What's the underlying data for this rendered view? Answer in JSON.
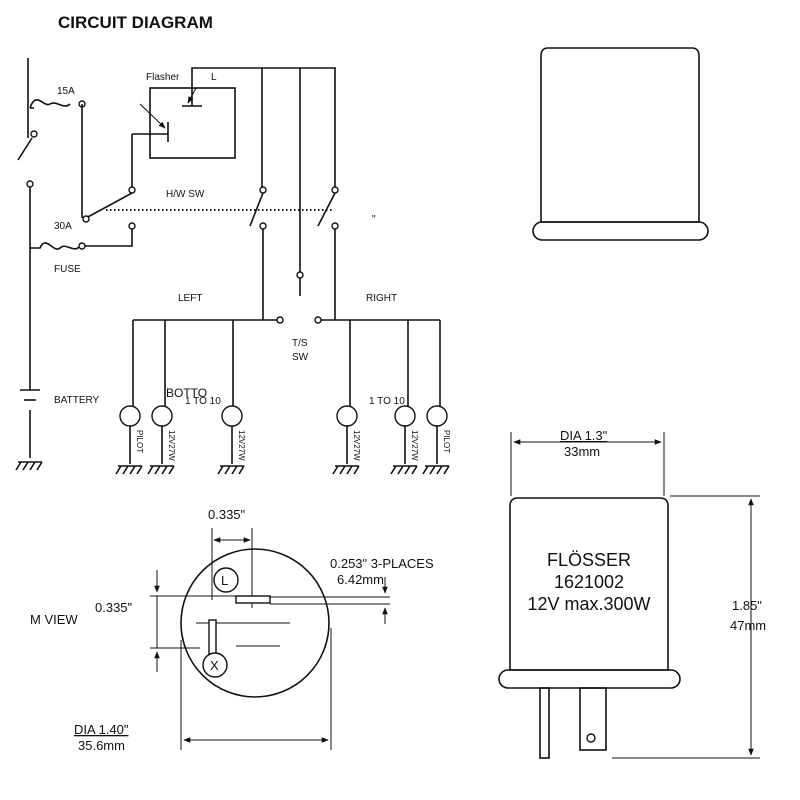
{
  "circuit": {
    "title": "CIRCUIT    DIAGRAM",
    "fuse_15a": "15A",
    "fuse_30a": "30A",
    "fuse_label": "FUSE",
    "flasher": "Flasher",
    "flasher_terminal": "L",
    "hw_switch": "H/W SW",
    "tick_mark": "\"",
    "left": "LEFT",
    "right": "RIGHT",
    "ts_sw_line1": "T/S",
    "ts_sw_line2": "SW",
    "battery": "BATTERY",
    "botto": "BOTTO",
    "range_left": "1 TO 10",
    "range_right": "1 TO 10",
    "pilot": "PILOT",
    "lamp_rating": "12V27W"
  },
  "bottom_view": {
    "view_label": "M  VIEW",
    "dim_top": "0.335\"",
    "dim_left": "0.335\"",
    "pin_size": "0.253\"  3-PLACES",
    "pin_size_mm": "6.42mm",
    "terminal_l": "L",
    "terminal_x": "X",
    "dia_in": "DIA  1.40\"",
    "dia_mm": "35.6mm"
  },
  "side_view": {
    "dia_in": "DIA  1.3\"",
    "dia_mm": "33mm",
    "brand": "FLÖSSER",
    "part_number": "1621002",
    "rating": "12V max.300W",
    "height_in": "1.85\"",
    "height_mm": "47mm"
  }
}
